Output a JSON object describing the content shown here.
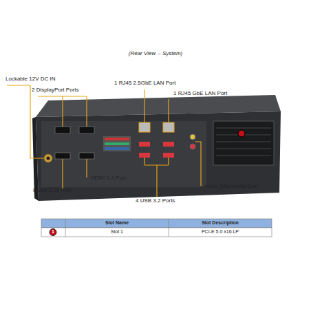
{
  "diagram": {
    "title": "(Rear View -- System)",
    "labels": [
      "Lockable 12V DC IN",
      "2 DisplayPort Ports",
      "1 RJ45 2.5GbE LAN Port",
      "1 RJ45 GbE LAN Port",
      "HDMI 1.4 Port",
      "HDMI 2.0b Port",
      "4 USB 3.2 Ports",
      "Audio (Mic In/Mic Out)",
      "Slot Name",
      "Slot Description",
      "1",
      "Slot 1",
      "PCI-E 5.0 x16 LP"
    ]
  }
}
